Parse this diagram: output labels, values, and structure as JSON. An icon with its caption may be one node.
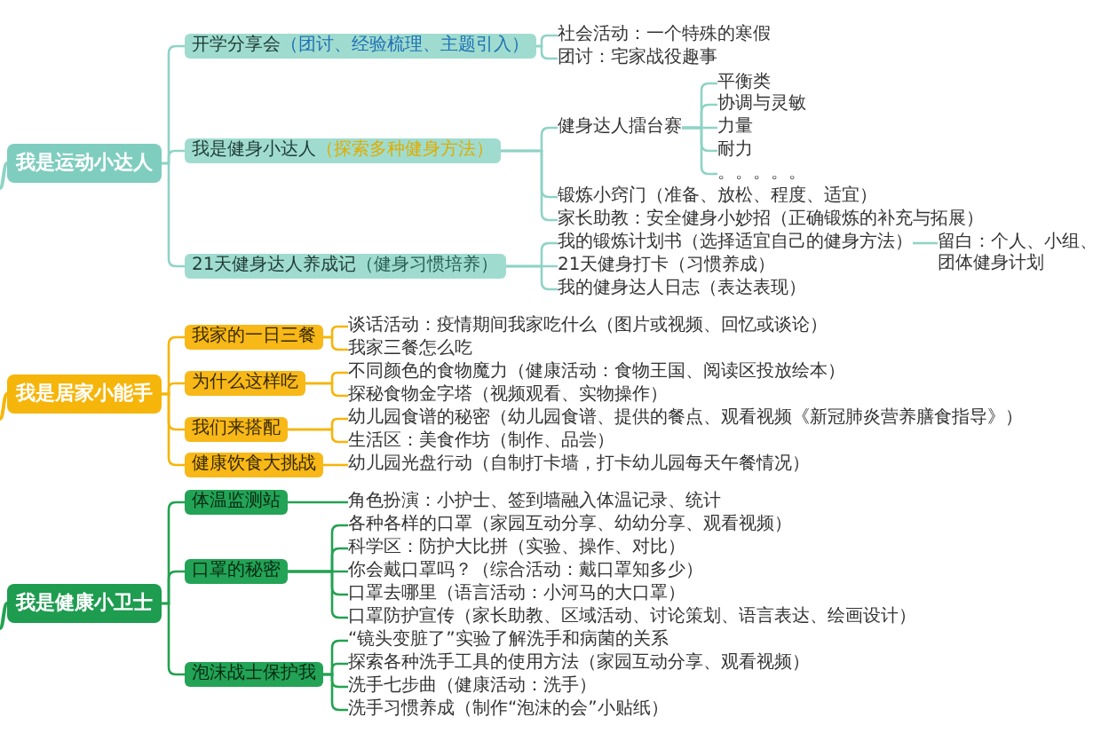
{
  "diagram": {
    "nodes": [
      {
        "text": [
          "我是运动小达人"
        ]
      },
      {
        "text": [
          "开学分享会",
          "（团讨、经验梳理、主题引入）"
        ]
      },
      {
        "text": [
          "社会活动：一个特殊的寒假"
        ]
      },
      {
        "text": [
          "团讨：宅家战役趣事"
        ]
      },
      {
        "text": [
          "我是健身小达人",
          "（探索多种健身方法）"
        ]
      },
      {
        "text": [
          "健身达人擂台赛"
        ]
      },
      {
        "text": [
          "平衡类"
        ]
      },
      {
        "text": [
          "协调与灵敏"
        ]
      },
      {
        "text": [
          "力量"
        ]
      },
      {
        "text": [
          "耐力"
        ]
      },
      {
        "text": [
          "。。。。。"
        ]
      },
      {
        "text": [
          "锻炼小窍门（准备、放松、程度、适宜）"
        ]
      },
      {
        "text": [
          "家长助教：安全健身小妙招（正确锻炼的补充与拓展）"
        ]
      },
      {
        "text": [
          "21天健身达人养成记",
          "（健身习惯培养）"
        ]
      },
      {
        "text": [
          "我的锻炼计划书（选择适宜自己的健身方法）"
        ]
      },
      {
        "text": [
          "留白：个人、小组、团体健身计划"
        ]
      },
      {
        "text": [
          "21天健身打卡（习惯养成）"
        ]
      },
      {
        "text": [
          "我的健身达人日志（表达表现）"
        ]
      },
      {
        "text": [
          "我是居家小能手"
        ]
      },
      {
        "text": [
          "我家的一日三餐"
        ]
      },
      {
        "text": [
          "谈话活动：疫情期间我家吃什么（图片或视频、回忆或谈论）"
        ]
      },
      {
        "text": [
          "我家三餐怎么吃"
        ]
      },
      {
        "text": [
          "为什么这样吃"
        ]
      },
      {
        "text": [
          "不同颜色的食物魔力（健康活动：食物王国、阅读区投放绘本）"
        ]
      },
      {
        "text": [
          "探秘食物金字塔（视频观看、实物操作）"
        ]
      },
      {
        "text": [
          "我们来搭配"
        ]
      },
      {
        "text": [
          "幼儿园食谱的秘密（幼儿园食谱、提供的餐点、观看视频《新冠肺炎营养膳食指导》）"
        ]
      },
      {
        "text": [
          "生活区：美食作坊（制作、品尝）"
        ]
      },
      {
        "text": [
          "健康饮食大挑战"
        ]
      },
      {
        "text": [
          "幼儿园光盘行动（自制打卡墙，打卡幼儿园每天午餐情况）"
        ]
      },
      {
        "text": [
          "我是健康小卫士"
        ]
      },
      {
        "text": [
          "体温监测站"
        ]
      },
      {
        "text": [
          "角色扮演：小护士、签到墙融入体温记录、统计"
        ]
      },
      {
        "text": [
          "口罩的秘密"
        ]
      },
      {
        "text": [
          "各种各样的口罩（家园互动分享、幼幼分享、观看视频）"
        ]
      },
      {
        "text": [
          "科学区：防护大比拼（实验、操作、对比）"
        ]
      },
      {
        "text": [
          "你会戴口罩吗？（综合活动：戴口罩知多少）"
        ]
      },
      {
        "text": [
          "口罩去哪里（语言活动：小河马的大口罩）"
        ]
      },
      {
        "text": [
          "口罩防护宣传（家长助教、区域活动、讨论策划、语言表达、绘画设计）"
        ]
      },
      {
        "text": [
          "泡沫战士保护我"
        ]
      },
      {
        "text": [
          "“镜头变脏了”实验了解洗手和病菌的关系"
        ]
      },
      {
        "text": [
          "探索各种洗手工具的使用方法（家园互动分享、观看视频）"
        ]
      },
      {
        "text": [
          "洗手七步曲（健康活动：洗手）"
        ]
      },
      {
        "text": [
          "洗手习惯养成（制作“泡沫的会”小贴纸）"
        ]
      }
    ],
    "edges": [
      {
        "from": null,
        "to": 0,
        "arrow": "none"
      },
      {
        "from": 0,
        "to": 1,
        "arrow": "none"
      },
      {
        "from": 0,
        "to": 4,
        "arrow": "none"
      },
      {
        "from": 0,
        "to": 13,
        "arrow": "none"
      },
      {
        "from": 1,
        "to": 2,
        "arrow": "none"
      },
      {
        "from": 1,
        "to": 3,
        "arrow": "none"
      },
      {
        "from": 4,
        "to": 5,
        "arrow": "none"
      },
      {
        "from": 4,
        "to": 11,
        "arrow": "none"
      },
      {
        "from": 4,
        "to": 12,
        "arrow": "none"
      },
      {
        "from": 5,
        "to": 6,
        "arrow": "none"
      },
      {
        "from": 5,
        "to": 7,
        "arrow": "none"
      },
      {
        "from": 5,
        "to": 8,
        "arrow": "none"
      },
      {
        "from": 5,
        "to": 9,
        "arrow": "none"
      },
      {
        "from": 5,
        "to": 10,
        "arrow": "none"
      },
      {
        "from": 13,
        "to": 14,
        "arrow": "none"
      },
      {
        "from": 13,
        "to": 16,
        "arrow": "none"
      },
      {
        "from": 13,
        "to": 17,
        "arrow": "none"
      },
      {
        "from": 14,
        "to": 15,
        "arrow": "none"
      },
      {
        "from": null,
        "to": 18,
        "arrow": "none",
        "color": "#f5b50a"
      },
      {
        "from": 18,
        "to": 19,
        "arrow": "none",
        "color": "#f5b50a"
      },
      {
        "from": 18,
        "to": 22,
        "arrow": "none",
        "color": "#f5b50a"
      },
      {
        "from": 18,
        "to": 25,
        "arrow": "none",
        "color": "#f5b50a"
      },
      {
        "from": 18,
        "to": 28,
        "arrow": "none",
        "color": "#f5b50a"
      },
      {
        "from": 19,
        "to": 20,
        "arrow": "none",
        "color": "#f5b50a"
      },
      {
        "from": 19,
        "to": 21,
        "arrow": "none",
        "color": "#f5b50a"
      },
      {
        "from": 22,
        "to": 23,
        "arrow": "none",
        "color": "#f5b50a"
      },
      {
        "from": 22,
        "to": 24,
        "arrow": "none",
        "color": "#f5b50a"
      },
      {
        "from": 25,
        "to": 26,
        "arrow": "none",
        "color": "#f5b50a"
      },
      {
        "from": 25,
        "to": 27,
        "arrow": "none",
        "color": "#f5b50a"
      },
      {
        "from": 28,
        "to": 29,
        "arrow": "none",
        "color": "#f5b50a"
      },
      {
        "from": null,
        "to": 30,
        "arrow": "none",
        "color": "#24a150"
      },
      {
        "from": 30,
        "to": 31,
        "arrow": "none",
        "color": "#24a150"
      },
      {
        "from": 30,
        "to": 33,
        "arrow": "none",
        "color": "#24a150"
      },
      {
        "from": 30,
        "to": 39,
        "arrow": "none",
        "color": "#24a150"
      },
      {
        "from": 31,
        "to": 32,
        "arrow": "none",
        "color": "#24a150"
      },
      {
        "from": 33,
        "to": 34,
        "arrow": "none",
        "color": "#24a150"
      },
      {
        "from": 33,
        "to": 35,
        "arrow": "none",
        "color": "#24a150"
      },
      {
        "from": 33,
        "to": 36,
        "arrow": "none",
        "color": "#24a150"
      },
      {
        "from": 33,
        "to": 37,
        "arrow": "none",
        "color": "#24a150"
      },
      {
        "from": 33,
        "to": 38,
        "arrow": "none",
        "color": "#24a150"
      },
      {
        "from": 39,
        "to": 40,
        "arrow": "none",
        "color": "#24a150"
      },
      {
        "from": 39,
        "to": 41,
        "arrow": "none",
        "color": "#24a150"
      },
      {
        "from": 39,
        "to": 42,
        "arrow": "none",
        "color": "#24a150"
      },
      {
        "from": 39,
        "to": 43,
        "arrow": "none",
        "color": "#24a150"
      }
    ]
  }
}
